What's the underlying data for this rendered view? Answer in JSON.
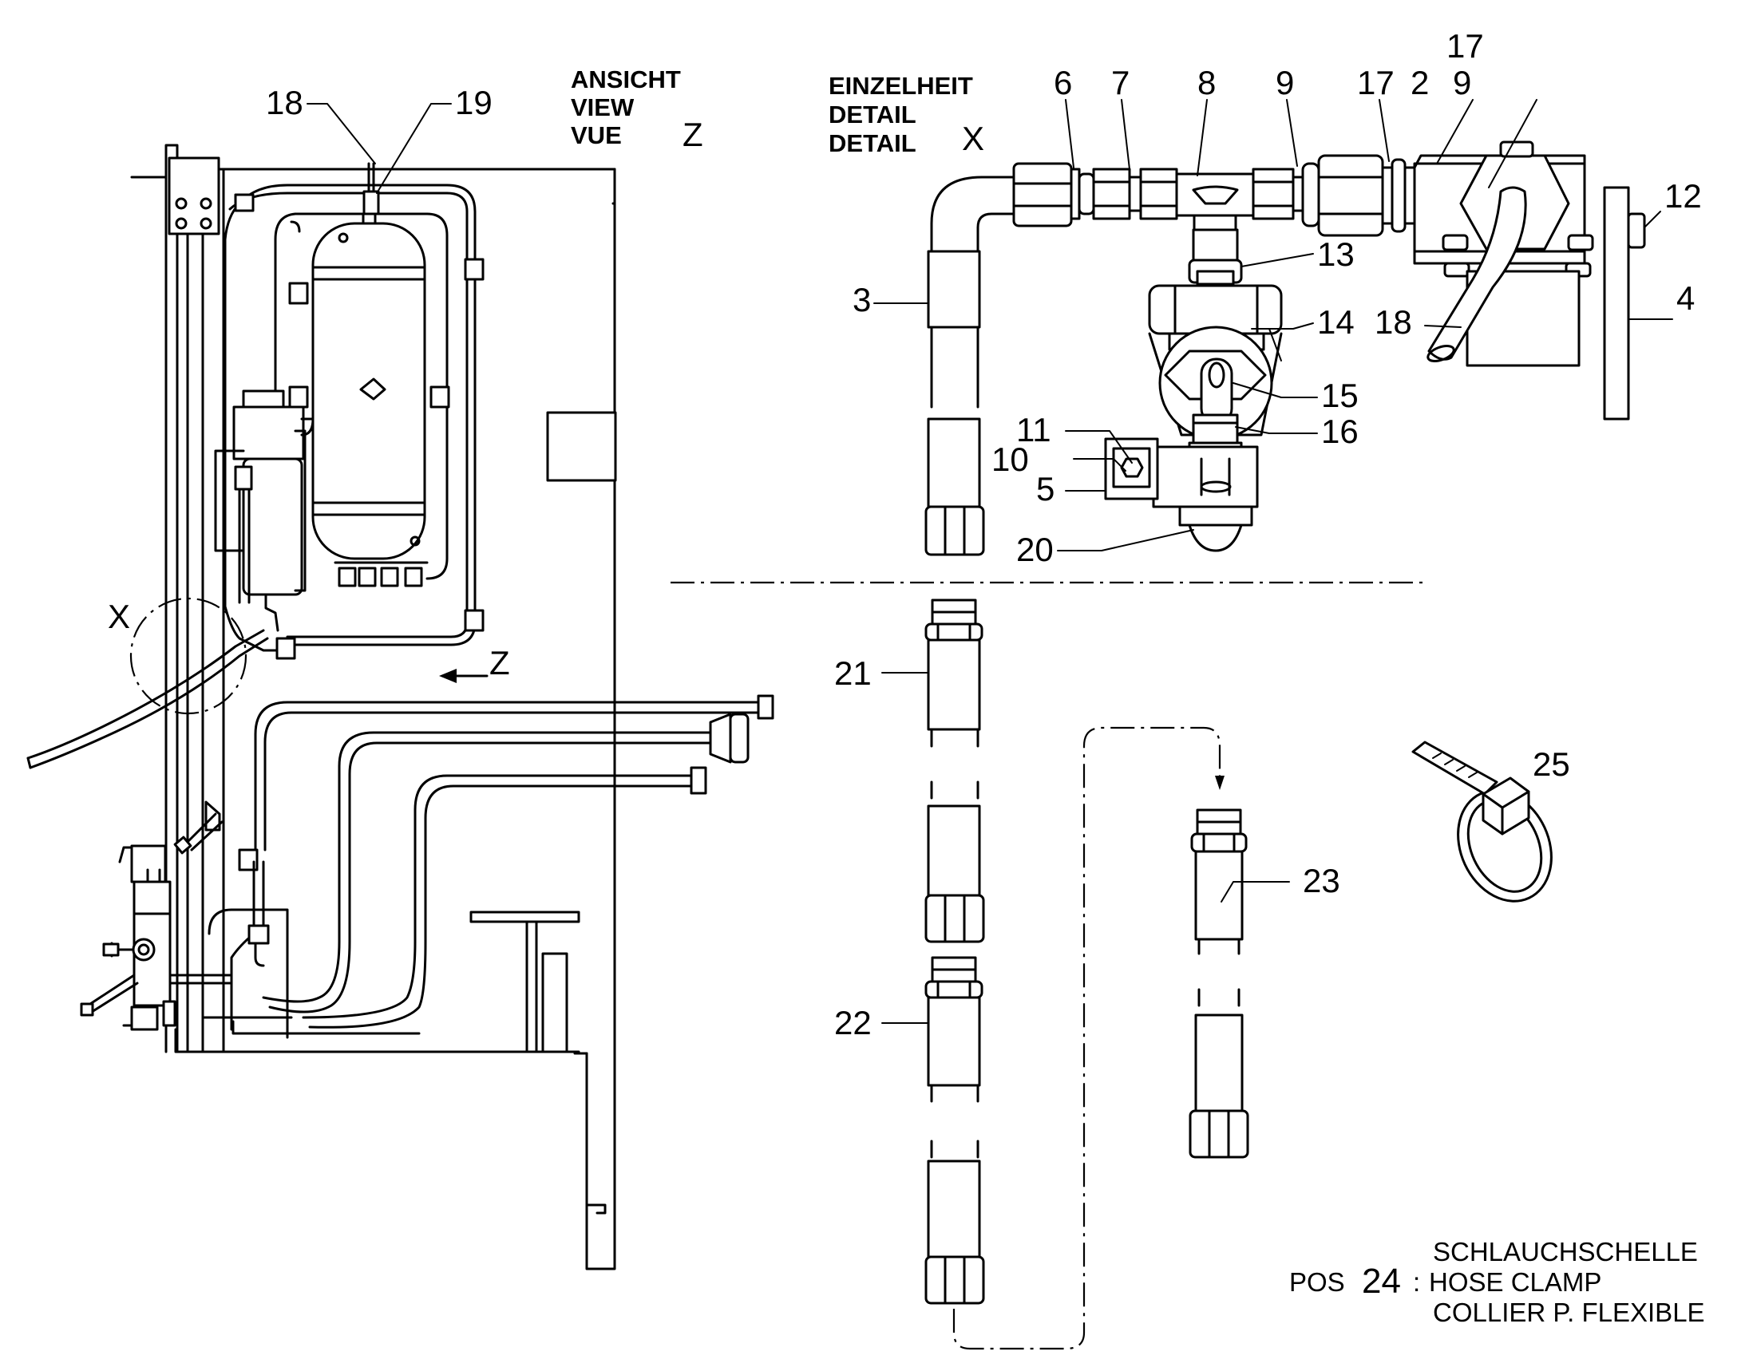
{
  "view_z": {
    "lines": [
      "ANSICHT",
      "VIEW",
      "VUE"
    ],
    "letter": "Z"
  },
  "detail_x": {
    "lines": [
      "EINZELHEIT",
      "DETAIL",
      "DETAIL"
    ],
    "letter": "X"
  },
  "markers": {
    "x_circle": "X",
    "z_arrow": "Z"
  },
  "callouts": {
    "c18_main": "18",
    "c19": "19",
    "c6": "6",
    "c7": "7",
    "c8": "8",
    "c9a": "9",
    "c17a": "17",
    "c2": "2",
    "c17b": "17",
    "c9b": "9",
    "c12": "12",
    "c3": "3",
    "c13": "13",
    "c14": "14",
    "c18_detail": "18",
    "c4": "4",
    "c15": "15",
    "c11": "11",
    "c16": "16",
    "c10": "10",
    "c5": "5",
    "c20": "20",
    "c21": "21",
    "c25": "25",
    "c23": "23",
    "c22": "22"
  },
  "pos_note": {
    "prefix": "POS",
    "number": "24",
    "separator": ":",
    "lines": [
      "SCHLAUCHSCHELLE",
      "HOSE CLAMP",
      "COLLIER P. FLEXIBLE"
    ]
  }
}
